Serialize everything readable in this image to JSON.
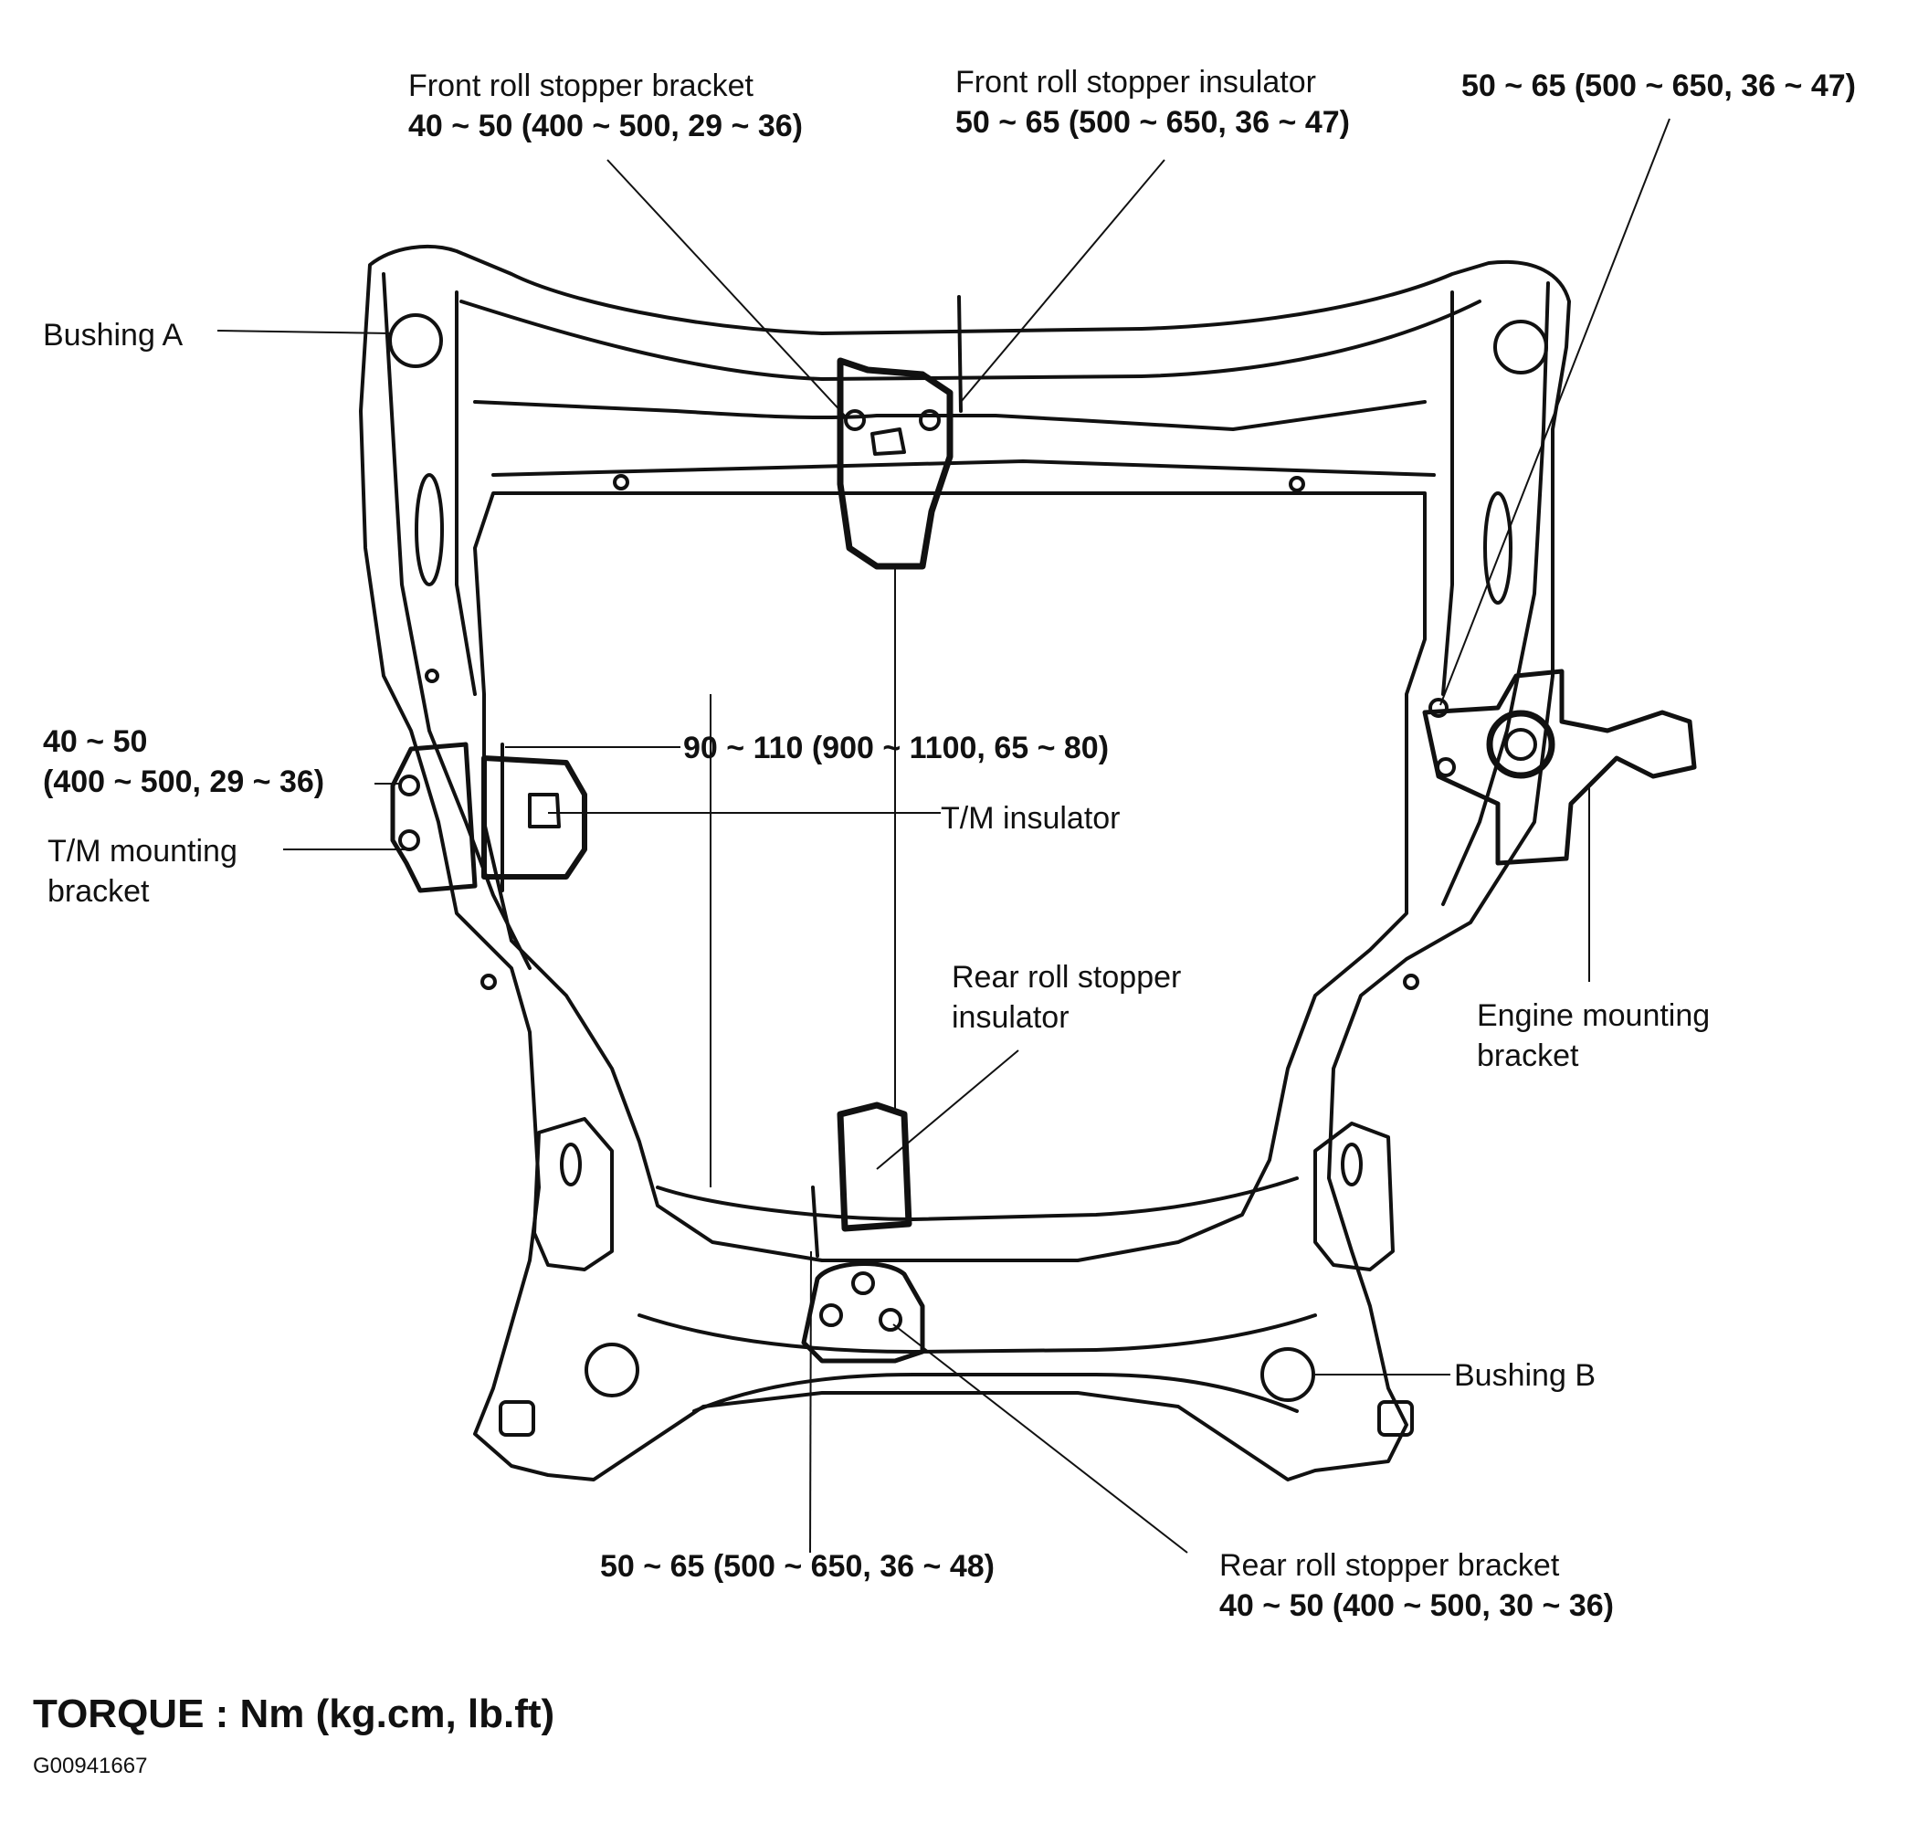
{
  "labels": {
    "front_roll_bracket": {
      "name": "Front roll stopper bracket",
      "torque": "40 ~ 50 (400 ~ 500, 29 ~ 36)"
    },
    "front_roll_insulator": {
      "name": "Front roll stopper insulator",
      "torque": "50 ~ 65 (500 ~ 650, 36 ~ 47)"
    },
    "engine_bracket_bolt": {
      "torque": "50 ~ 65 (500 ~ 650, 36 ~ 47)"
    },
    "bushing_a": {
      "name": "Bushing A"
    },
    "tm_bracket_bolt": {
      "torque_line1": "40 ~ 50",
      "torque_line2": "(400 ~ 500, 29 ~ 36)"
    },
    "tm_insulator_bolt": {
      "torque": "90 ~ 110 (900 ~ 1100, 65 ~ 80)"
    },
    "tm_insulator": {
      "name": "T/M insulator"
    },
    "tm_mounting_bracket": {
      "name_line1": "T/M mounting",
      "name_line2": "bracket"
    },
    "rear_roll_insulator": {
      "name_line1": "Rear roll stopper",
      "name_line2": "insulator"
    },
    "engine_mounting_bracket": {
      "name_line1": "Engine mounting",
      "name_line2": "bracket"
    },
    "bushing_b": {
      "name": "Bushing B"
    },
    "rear_insulator_bolt": {
      "torque": "50 ~ 65 (500 ~ 650, 36 ~ 48)"
    },
    "rear_roll_bracket": {
      "name": "Rear roll stopper bracket",
      "torque": "40 ~ 50 (400 ~ 500, 30 ~ 36)"
    }
  },
  "torque_unit": "TORQUE : Nm (kg.cm, lb.ft)",
  "figure_id": "G00941667"
}
